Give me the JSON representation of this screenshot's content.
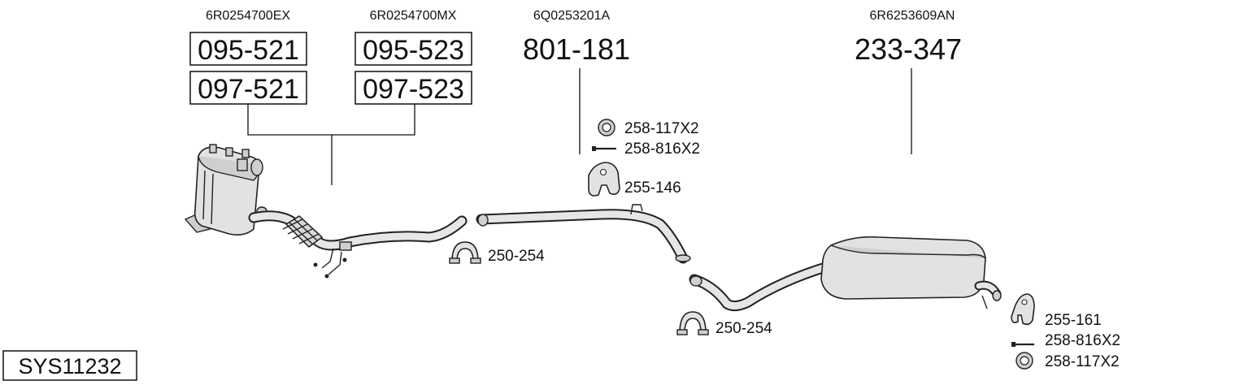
{
  "oem_numbers": {
    "catalyst_ex": "6R0254700EX",
    "catalyst_mx": "6R0254700MX",
    "middle_pipe": "6Q0253201A",
    "rear_silencer": "6R6253609AN"
  },
  "part_numbers": {
    "cat_a_top": "095-521",
    "cat_b_top": "095-523",
    "cat_a_bottom": "097-521",
    "cat_b_bottom": "097-523",
    "middle_pipe": "801-181",
    "rear_silencer": "233-347"
  },
  "fittings": {
    "ring_top": "258-117X2",
    "bolt_top": "258-816X2",
    "hanger_top": "255-146",
    "clamp_left": "250-254",
    "clamp_middle": "250-254",
    "hanger_rear": "255-161",
    "bolt_rear": "258-816X2",
    "ring_rear": "258-117X2"
  },
  "system_id": "SYS11232"
}
